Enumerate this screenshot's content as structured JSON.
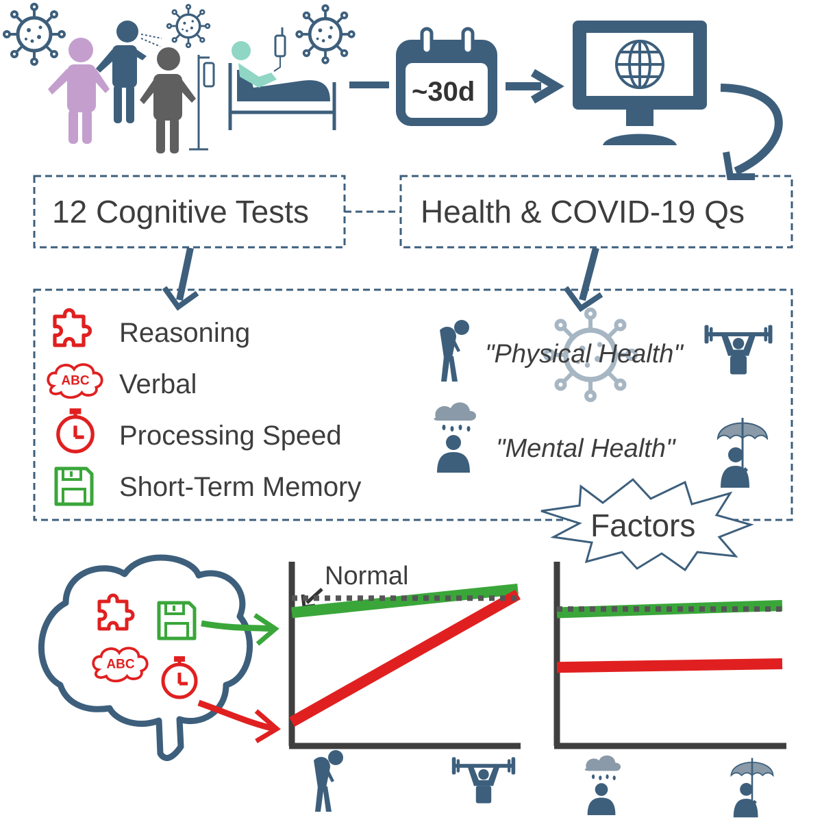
{
  "timeline": {
    "calendar_text": "~30d"
  },
  "boxes": {
    "cognitive_tests": "12 Cognitive Tests",
    "health_questions": "Health & COVID-19 Qs"
  },
  "domains": [
    {
      "label": "Reasoning",
      "icon": "puzzle-icon",
      "color": "#e02020"
    },
    {
      "label": "Verbal",
      "icon": "abc-cloud-icon",
      "color": "#e02020"
    },
    {
      "label": "Processing Speed",
      "icon": "stopwatch-icon",
      "color": "#e02020"
    },
    {
      "label": "Short-Term Memory",
      "icon": "floppy-disk-icon",
      "color": "#3aa63a"
    }
  ],
  "factors": {
    "title": "Factors",
    "physical": "\"Physical Health\"",
    "mental": "\"Mental Health\""
  },
  "chart_data": [
    {
      "type": "line",
      "title": "",
      "annotation": "Normal",
      "xlabel": "",
      "ylabel": "",
      "x": [
        "poor physical health",
        "good physical health"
      ],
      "series": [
        {
          "color": "#3aa63a",
          "style": "solid",
          "values": [
            0.72,
            0.85
          ]
        },
        {
          "color": "#e02020",
          "style": "solid",
          "values": [
            0.12,
            0.82
          ]
        },
        {
          "color": "#555555",
          "style": "dotted",
          "values": [
            0.8,
            0.8
          ]
        }
      ]
    },
    {
      "type": "line",
      "title": "",
      "xlabel": "",
      "ylabel": "",
      "x": [
        "poor mental health",
        "good mental health"
      ],
      "series": [
        {
          "color": "#3aa63a",
          "style": "solid",
          "values": [
            0.72,
            0.76
          ]
        },
        {
          "color": "#e02020",
          "style": "solid",
          "values": [
            0.42,
            0.44
          ]
        },
        {
          "color": "#555555",
          "style": "dotted",
          "values": [
            0.74,
            0.74
          ]
        }
      ]
    }
  ],
  "colors": {
    "primary": "#3d5f7c",
    "red": "#e02020",
    "green": "#3aa63a",
    "purple": "#c49fce",
    "grey": "#5f5f5f",
    "teal": "#8fd6c5"
  }
}
